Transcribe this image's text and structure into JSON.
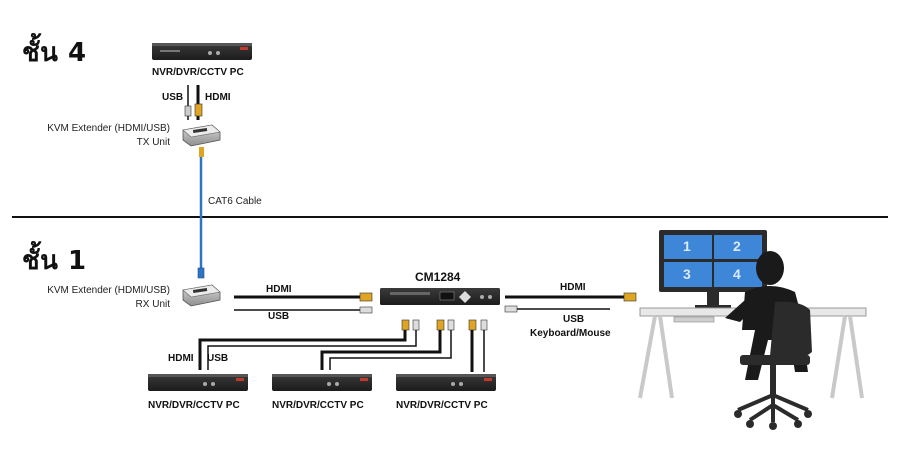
{
  "floors": {
    "top": "ชั้น 4",
    "bottom": "ชั้น 1"
  },
  "top": {
    "pc_label": "NVR/DVR/CCTV PC",
    "usb_label": "USB",
    "hdmi_label": "HDMI",
    "tx_label_line1": "KVM Extender (HDMI/USB)",
    "tx_label_line2": "TX Unit",
    "cable_label": "CAT6 Cable"
  },
  "bottom": {
    "rx_label_line1": "KVM Extender (HDMI/USB)",
    "rx_label_line2": "RX Unit",
    "hdmi_left": "HDMI",
    "usb_left": "USB",
    "switch_name": "CM1284",
    "hdmi_right": "HDMI",
    "usb_right": "USB",
    "keyboard_mouse": "Keyboard/Mouse",
    "pc_hdmi": "HDMI",
    "pc_usb": "USB",
    "pcs": [
      "NVR/DVR/CCTV PC",
      "NVR/DVR/CCTV PC",
      "NVR/DVR/CCTV PC"
    ]
  },
  "monitor": {
    "screens": [
      "1",
      "2",
      "3",
      "4"
    ]
  },
  "colors": {
    "cable_blue": "#2e73c4",
    "screen_blue": "#3d86d8",
    "connector_gold": "#e0a423",
    "device_dark": "#2b2b2b"
  }
}
